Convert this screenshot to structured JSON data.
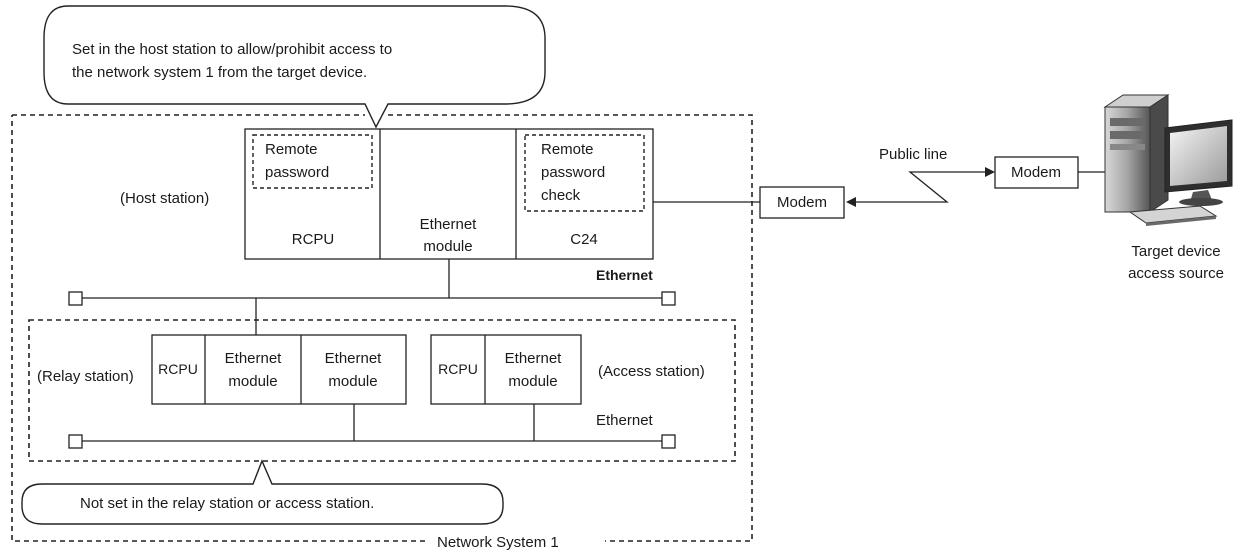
{
  "callout_top": {
    "line1": "Set in the host station to allow/prohibit access to",
    "line2": "the network system 1 from the target device."
  },
  "callout_bottom": "Not set in the relay station or access station.",
  "network_system_label": "Network System 1",
  "host_station": {
    "label": "(Host station)",
    "rcpu": "RCPU",
    "remote_password": [
      "Remote",
      "password"
    ],
    "ethernet_module": [
      "Ethernet",
      "module"
    ],
    "c24": "C24",
    "remote_password_check": [
      "Remote",
      "password",
      "check"
    ]
  },
  "ethernet_label_upper": "Ethernet",
  "ethernet_label_lower": "Ethernet",
  "relay_station": {
    "label": "(Relay station)",
    "rcpu": "RCPU",
    "module1": [
      "Ethernet",
      "module"
    ],
    "module2": [
      "Ethernet",
      "module"
    ]
  },
  "access_station": {
    "label": "(Access station)",
    "rcpu": "RCPU",
    "module": [
      "Ethernet",
      "module"
    ]
  },
  "modem_local": "Modem",
  "modem_remote": "Modem",
  "public_line": "Public line",
  "target_device": [
    "Target device",
    "access source"
  ]
}
